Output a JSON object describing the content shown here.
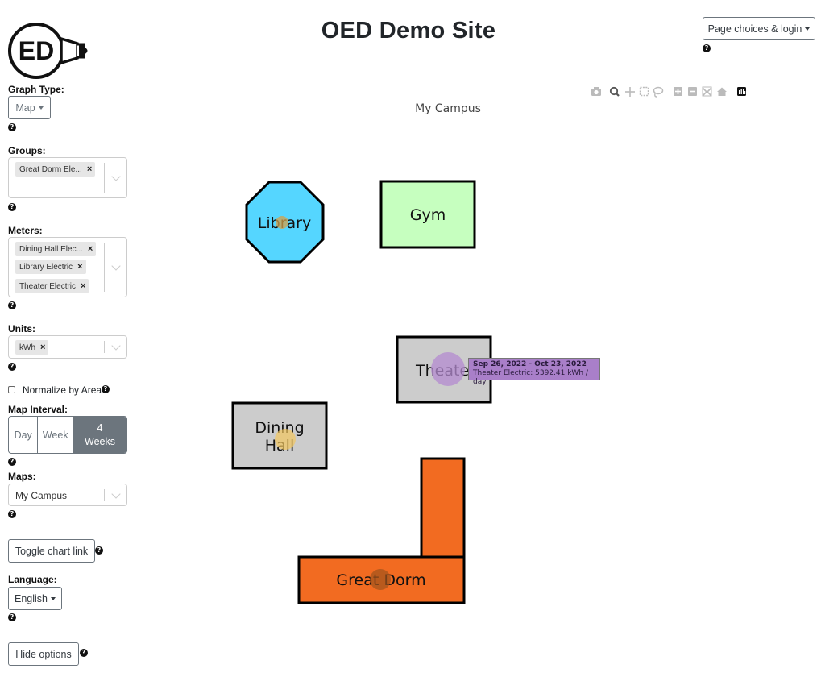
{
  "header": {
    "title": "OED Demo Site",
    "logo_text": "ED",
    "page_choices_label": "Page choices & login"
  },
  "sidebar": {
    "graph_type": {
      "label": "Graph Type:",
      "value": "Map"
    },
    "groups": {
      "label": "Groups:",
      "selected": [
        "Great Dorm Ele..."
      ]
    },
    "meters": {
      "label": "Meters:",
      "selected": [
        "Dining Hall Elec...",
        "Library Electric",
        "Theater Electric"
      ]
    },
    "units": {
      "label": "Units:",
      "selected": [
        "kWh"
      ]
    },
    "normalize": {
      "label": "Normalize by Area",
      "checked": false
    },
    "map_interval": {
      "label": "Map Interval:",
      "options": [
        "Day",
        "Week",
        "4 Weeks"
      ],
      "active": "4 Weeks"
    },
    "maps": {
      "label": "Maps:",
      "value": "My Campus"
    },
    "toggle_chart_link": "Toggle chart link",
    "language": {
      "label": "Language:",
      "value": "English"
    },
    "hide_options": "Hide options"
  },
  "chart": {
    "title": "My Campus",
    "modebar_icons": [
      "camera-icon",
      "zoom-icon",
      "pan-icon",
      "box-select-icon",
      "lasso-select-icon",
      "zoom-in-icon",
      "zoom-out-icon",
      "autoscale-icon",
      "reset-axes-icon",
      "plotly-logo-icon"
    ],
    "buildings": [
      {
        "name": "Library",
        "color": "#55d6ff"
      },
      {
        "name": "Gym",
        "color": "#c6ffbf"
      },
      {
        "name": "Theater",
        "display": "Theate",
        "color": "#cccccc"
      },
      {
        "name": "Dining Hall",
        "lines": [
          "Dining",
          "Hall"
        ],
        "color": "#cccccc"
      },
      {
        "name": "Great Dorm",
        "color": "#f26b21"
      }
    ],
    "tooltip": {
      "date_range": "Sep 26, 2022 - Oct 23, 2022",
      "value_text": "Theater Electric: 5392.41 kWh / day"
    }
  },
  "colors": {
    "text": "#212529",
    "active_segment": "#6c757d",
    "tooltip_bg": "#a97fc9",
    "library_marker": "#d4a04a",
    "dining_marker": "#f2c65e",
    "theater_marker": "#b48bd0",
    "dorm_marker": "#a0521c"
  }
}
